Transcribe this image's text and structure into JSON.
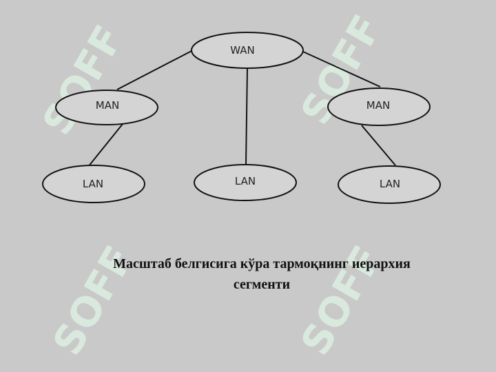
{
  "watermark": {
    "text": "SOFF",
    "color": "#d9e9dd"
  },
  "diagram": {
    "nodes": {
      "wan": "WAN",
      "man_left": "MAN",
      "man_right": "MAN",
      "lan_left": "LAN",
      "lan_center": "LAN",
      "lan_right": "LAN"
    },
    "edges": [
      [
        "wan",
        "man_left"
      ],
      [
        "wan",
        "man_right"
      ],
      [
        "wan",
        "lan_center"
      ],
      [
        "man_left",
        "lan_left"
      ],
      [
        "man_right",
        "lan_right"
      ]
    ]
  },
  "caption": {
    "line1": "Масштаб белгисига кўра тармоқнинг иерархия",
    "line2": "сегменти"
  },
  "colors": {
    "background": "#c9c9c9",
    "node_fill": "#d4d4d4",
    "stroke": "#111111"
  }
}
